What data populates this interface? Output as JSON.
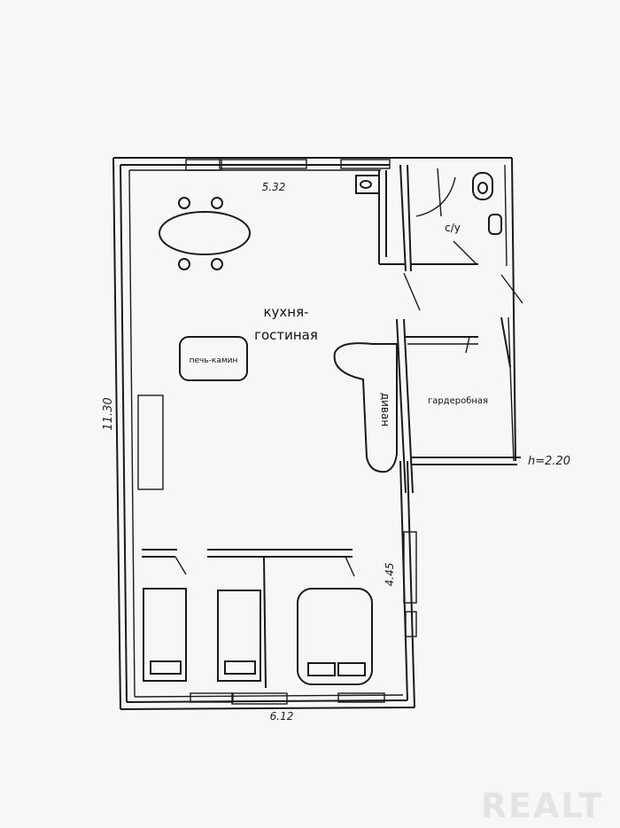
{
  "rooms": {
    "kitchen_line1": "кухня-",
    "kitchen_line2": "гостиная",
    "stove": "печь-камин",
    "sofa": "диван",
    "bathroom": "с/у",
    "wardrobe": "гардеробная"
  },
  "dimensions": {
    "top": "5.32",
    "left": "11.30",
    "bottom": "6.12",
    "right_lower": "4.45",
    "wardrobe_height": "h=2.20"
  },
  "watermark": "REALT"
}
